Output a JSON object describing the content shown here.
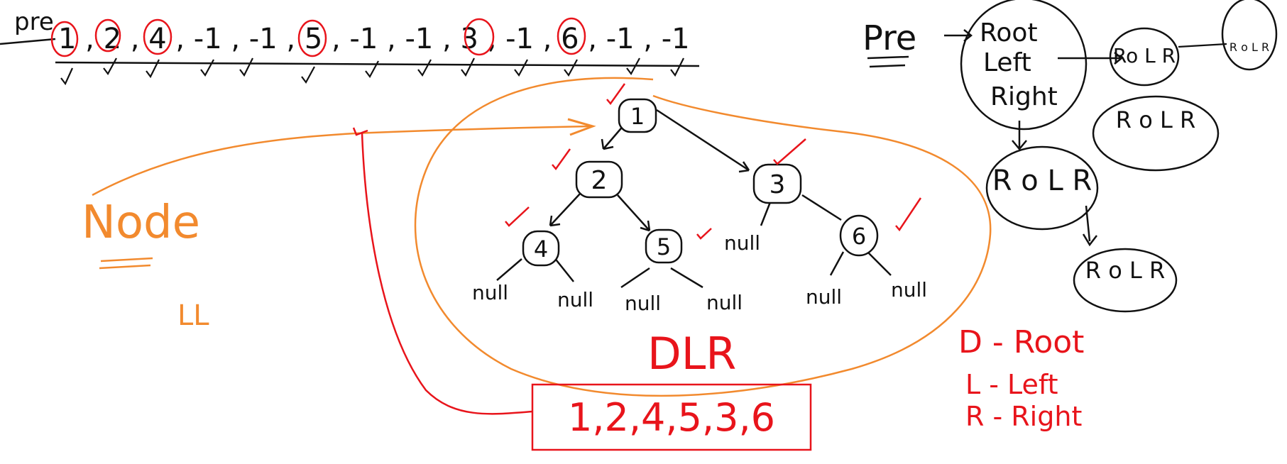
{
  "colors": {
    "black": "#111111",
    "red": "#e8141b",
    "orange": "#f28a2e"
  },
  "top_sequence": {
    "prefix": "pre",
    "items": [
      "1",
      ",",
      "2",
      ",",
      "4",
      ",",
      "-1",
      ",",
      "-1",
      ",",
      "5",
      ",",
      "-1",
      ",",
      "-1",
      ",",
      "3",
      ",",
      "-1",
      ",",
      "6",
      ",",
      "-1",
      ",",
      "-1"
    ]
  },
  "tree": {
    "nodes": [
      "1",
      "2",
      "3",
      "4",
      "5",
      "6"
    ],
    "null_label": "null"
  },
  "notes": {
    "node": "Node",
    "ll": "LL",
    "dlr": "DLR",
    "result": "1,2,4,5,3,6",
    "d_root": "D - Root",
    "l_left": "L - Left",
    "r_right": "R - Right"
  },
  "pre_panel": {
    "title": "Pre",
    "root": "Root",
    "left": "Left",
    "right": "Right",
    "rlr": "R o L R",
    "rlr_top": "Ro L R",
    "rlr_small": "R o L R"
  }
}
